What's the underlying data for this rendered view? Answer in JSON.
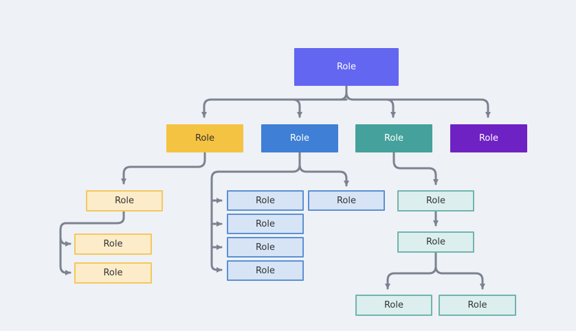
{
  "nodes": {
    "root": "Role",
    "yellow": "Role",
    "blue": "Role",
    "teal": "Role",
    "purple": "Role",
    "yellow_child": "Role",
    "yellow_grandchild_1": "Role",
    "yellow_grandchild_2": "Role",
    "blue_list_1": "Role",
    "blue_list_2": "Role",
    "blue_list_3": "Role",
    "blue_list_4": "Role",
    "blue_side": "Role",
    "teal_child": "Role",
    "teal_grandchild": "Role",
    "teal_leaf_1": "Role",
    "teal_leaf_2": "Role"
  },
  "colors": {
    "background": "#eef1f6",
    "connector": "#7b8290",
    "root": "#6366f1",
    "yellow": "#f5c342",
    "blue": "#3f7fd5",
    "teal": "#45a19b",
    "purple": "#6f22c3"
  }
}
